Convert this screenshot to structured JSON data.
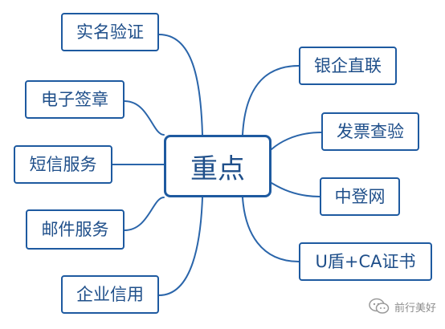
{
  "center": {
    "label": "重点"
  },
  "left_nodes": [
    {
      "label": "实名验证"
    },
    {
      "label": "电子签章"
    },
    {
      "label": "短信服务"
    },
    {
      "label": "邮件服务"
    },
    {
      "label": "企业信用"
    }
  ],
  "right_nodes": [
    {
      "label": "银企直联"
    },
    {
      "label": "发票查验"
    },
    {
      "label": "中登网"
    },
    {
      "label": "U盾+CA证书"
    }
  ],
  "watermark": {
    "text": "前行美好",
    "icon": "wechat-icon"
  },
  "colors": {
    "line": "#2a65aa",
    "border": "#1e5aa0",
    "text": "#1f4f8a"
  }
}
